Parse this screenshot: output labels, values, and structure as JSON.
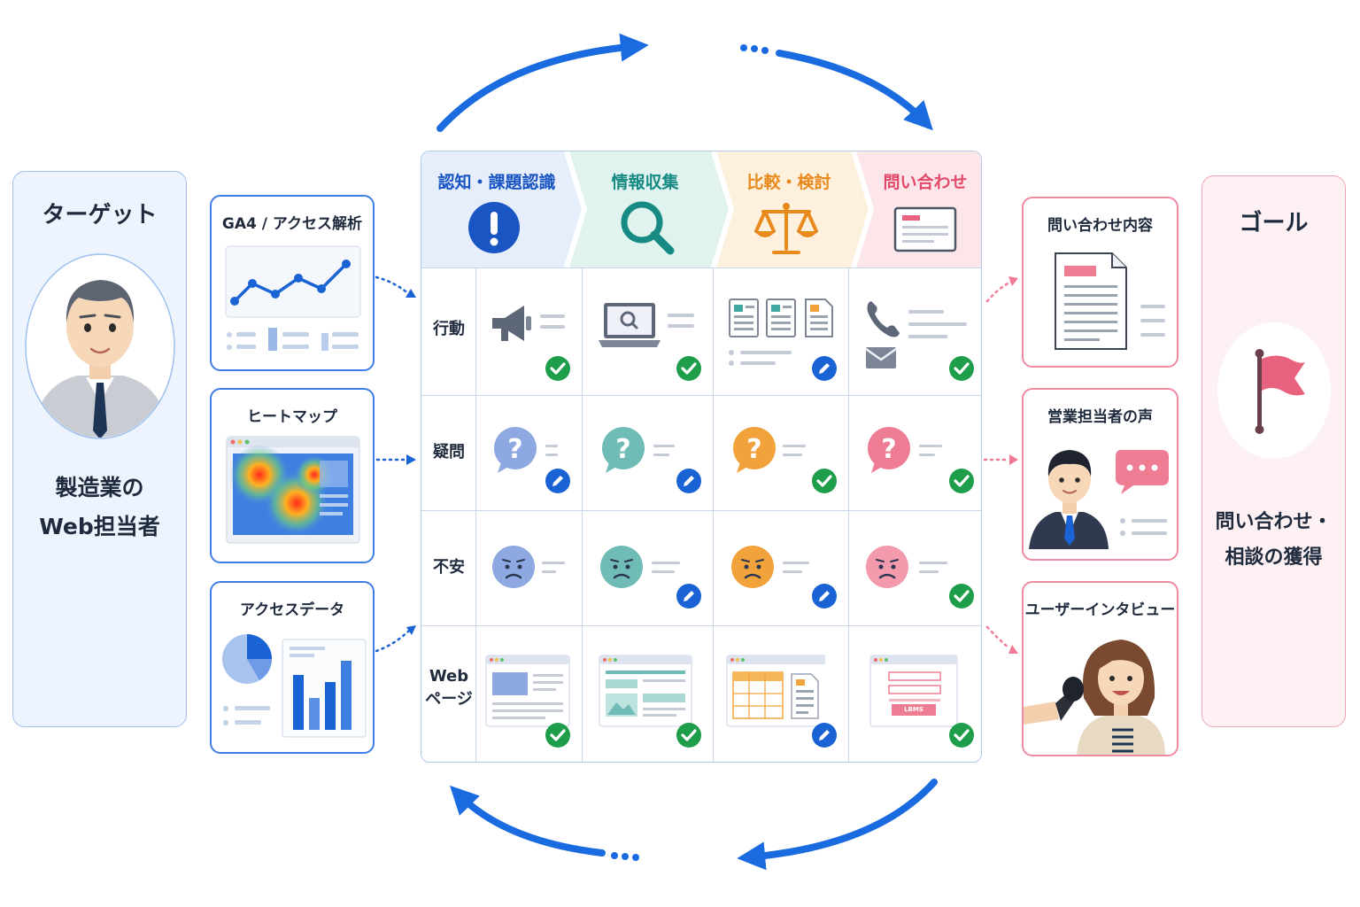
{
  "target": {
    "title": "ターゲット",
    "subtitle_line1": "製造業の",
    "subtitle_line2": "Web担当者"
  },
  "goal": {
    "title": "ゴール",
    "subtitle_line1": "問い合わせ・",
    "subtitle_line2": "相談の獲得"
  },
  "data_sources": [
    {
      "title": "GA4 / アクセス解析"
    },
    {
      "title": "ヒートマップ"
    },
    {
      "title": "アクセスデータ"
    }
  ],
  "feedback_sources": [
    {
      "title": "問い合わせ内容"
    },
    {
      "title": "営業担当者の声"
    },
    {
      "title": "ユーザーインタビュー"
    }
  ],
  "stages": [
    {
      "label": "認知・課題認識",
      "color": "#1a55c4",
      "bg": "#e6eefb",
      "icon": "exclamation-icon"
    },
    {
      "label": "情報収集",
      "color": "#178a84",
      "bg": "#e1f3ef",
      "icon": "search-icon"
    },
    {
      "label": "比較・検討",
      "color": "#e8891c",
      "bg": "#fdf0dc",
      "icon": "scale-icon"
    },
    {
      "label": "問い合わせ",
      "color": "#e34a6a",
      "bg": "#fce6ea",
      "icon": "form-icon"
    }
  ],
  "rows": [
    {
      "label": "行動"
    },
    {
      "label": "疑問"
    },
    {
      "label": "不安"
    },
    {
      "label": "Web ページ",
      "line1": "Web",
      "line2": "ページ"
    }
  ],
  "cells": [
    [
      "done",
      "done",
      "edit",
      "done"
    ],
    [
      "edit",
      "edit",
      "done",
      "done"
    ],
    [
      "none",
      "edit",
      "edit",
      "done"
    ],
    [
      "done",
      "done",
      "edit",
      "done"
    ]
  ],
  "mock_button_text": "LBMS",
  "colors": {
    "accent_blue": "#1a63d4",
    "done_green": "#1e9e4a",
    "goal_pink": "#e8627e",
    "arrow_blue": "#1a6ae0"
  }
}
